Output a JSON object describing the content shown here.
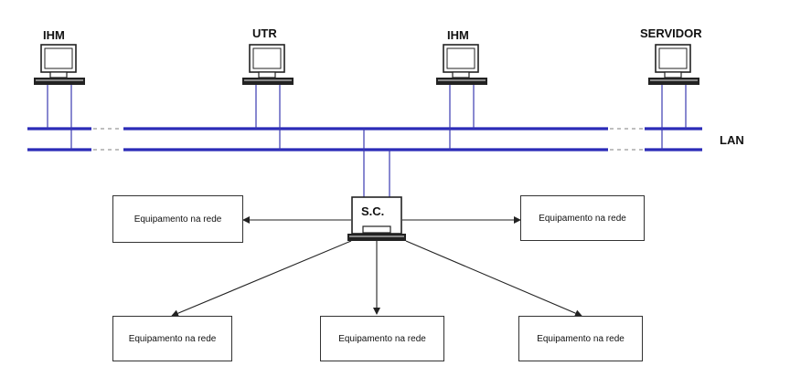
{
  "nodes": {
    "ihm_left": {
      "label": "IHM",
      "icon": "computer-icon"
    },
    "utr": {
      "label": "UTR",
      "icon": "computer-icon"
    },
    "ihm_right": {
      "label": "IHM",
      "icon": "computer-icon"
    },
    "servidor": {
      "label": "SERVIDOR",
      "icon": "computer-icon"
    },
    "sc": {
      "label": "S.C.",
      "icon": "computer-icon"
    }
  },
  "lan": {
    "label": "LAN",
    "color": "#2b2bb8"
  },
  "equipment_boxes": [
    {
      "label": "Equipamento na rede"
    },
    {
      "label": "Equipamento na rede"
    },
    {
      "label": "Equipamento na rede"
    },
    {
      "label": "Equipamento na rede"
    },
    {
      "label": "Equipamento na rede"
    }
  ]
}
